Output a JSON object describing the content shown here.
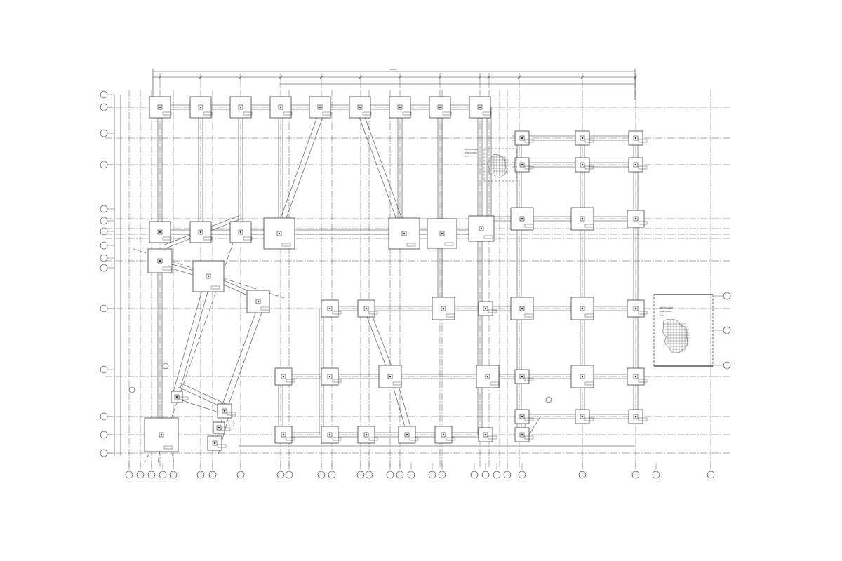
{
  "drawing": {
    "overall_dimension": "42910",
    "detail_note_1": {
      "line1": "PARTICOLARE",
      "line2": "DI PILASTRO",
      "line3": "C.A."
    },
    "detail_note_2": {
      "line1": "PARTICOLARE",
      "line2": "DI PILASTRO",
      "line3": "C.A."
    }
  }
}
